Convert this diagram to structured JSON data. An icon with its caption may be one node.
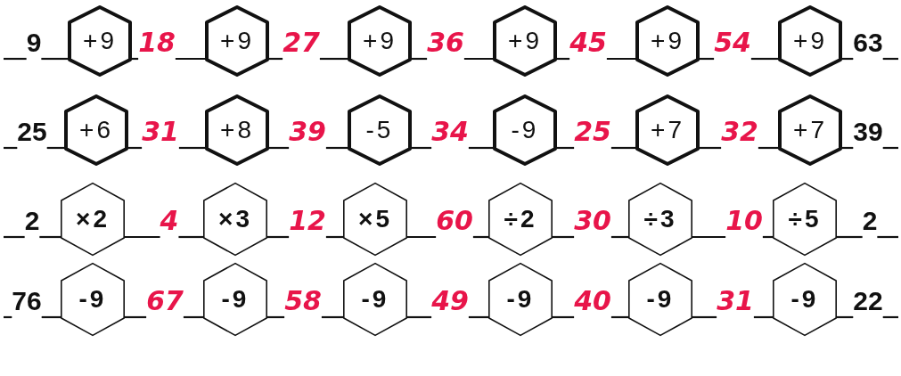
{
  "diagram": {
    "nodes": [
      {
        "text": [
          "9"
        ]
      },
      {
        "text": [
          "+9"
        ]
      },
      {
        "text": [
          "18"
        ]
      },
      {
        "text": [
          "+9"
        ]
      },
      {
        "text": [
          "27"
        ]
      },
      {
        "text": [
          "+9"
        ]
      },
      {
        "text": [
          "36"
        ]
      },
      {
        "text": [
          "+9"
        ]
      },
      {
        "text": [
          "45"
        ]
      },
      {
        "text": [
          "+9"
        ]
      },
      {
        "text": [
          "54"
        ]
      },
      {
        "text": [
          "+9"
        ]
      },
      {
        "text": [
          "63"
        ]
      },
      {
        "text": [
          "25"
        ]
      },
      {
        "text": [
          "+6"
        ]
      },
      {
        "text": [
          "31"
        ]
      },
      {
        "text": [
          "+8"
        ]
      },
      {
        "text": [
          "39"
        ]
      },
      {
        "text": [
          "-5"
        ]
      },
      {
        "text": [
          "34"
        ]
      },
      {
        "text": [
          "-9"
        ]
      },
      {
        "text": [
          "25"
        ]
      },
      {
        "text": [
          "+7"
        ]
      },
      {
        "text": [
          "32"
        ]
      },
      {
        "text": [
          "+7"
        ]
      },
      {
        "text": [
          "39"
        ]
      },
      {
        "text": [
          "2"
        ]
      },
      {
        "text": [
          "×2"
        ]
      },
      {
        "text": [
          "4"
        ]
      },
      {
        "text": [
          "×3"
        ]
      },
      {
        "text": [
          "12"
        ]
      },
      {
        "text": [
          "×5"
        ]
      },
      {
        "text": [
          "60"
        ]
      },
      {
        "text": [
          "÷2"
        ]
      },
      {
        "text": [
          "30"
        ]
      },
      {
        "text": [
          "÷3"
        ]
      },
      {
        "text": [
          "10"
        ]
      },
      {
        "text": [
          "÷5"
        ]
      },
      {
        "text": [
          "2"
        ]
      },
      {
        "text": [
          "76"
        ]
      },
      {
        "text": [
          "-9"
        ]
      },
      {
        "text": [
          "67"
        ]
      },
      {
        "text": [
          "-9"
        ]
      },
      {
        "text": [
          "58"
        ]
      },
      {
        "text": [
          "-9"
        ]
      },
      {
        "text": [
          "49"
        ]
      },
      {
        "text": [
          "-9"
        ]
      },
      {
        "text": [
          "40"
        ]
      },
      {
        "text": [
          "-9"
        ]
      },
      {
        "text": [
          "31"
        ]
      },
      {
        "text": [
          "-9"
        ]
      },
      {
        "text": [
          "22"
        ]
      }
    ],
    "edges": [
      {
        "from": null,
        "to": 0,
        "arrow": "none"
      },
      {
        "from": 0,
        "to": 1,
        "arrow": "none"
      },
      {
        "from": 1,
        "to": 2,
        "arrow": "none"
      },
      {
        "from": 2,
        "to": 3,
        "arrow": "none"
      },
      {
        "from": 3,
        "to": 4,
        "arrow": "none"
      },
      {
        "from": 4,
        "to": 5,
        "arrow": "none"
      },
      {
        "from": 5,
        "to": 6,
        "arrow": "none"
      },
      {
        "from": 6,
        "to": 7,
        "arrow": "none"
      },
      {
        "from": 7,
        "to": 8,
        "arrow": "none"
      },
      {
        "from": 8,
        "to": 9,
        "arrow": "none"
      },
      {
        "from": 9,
        "to": 10,
        "arrow": "none"
      },
      {
        "from": 10,
        "to": 11,
        "arrow": "none"
      },
      {
        "from": 11,
        "to": 12,
        "arrow": "none"
      },
      {
        "from": 12,
        "to": null,
        "arrow": "none"
      },
      {
        "from": null,
        "to": 13,
        "arrow": "none"
      },
      {
        "from": 13,
        "to": 14,
        "arrow": "none"
      },
      {
        "from": 14,
        "to": 15,
        "arrow": "none"
      },
      {
        "from": 15,
        "to": 16,
        "arrow": "none"
      },
      {
        "from": 16,
        "to": 17,
        "arrow": "none"
      },
      {
        "from": 17,
        "to": 18,
        "arrow": "none"
      },
      {
        "from": 18,
        "to": 19,
        "arrow": "none"
      },
      {
        "from": 19,
        "to": 20,
        "arrow": "none"
      },
      {
        "from": 20,
        "to": 21,
        "arrow": "none"
      },
      {
        "from": 21,
        "to": 22,
        "arrow": "none"
      },
      {
        "from": 22,
        "to": 23,
        "arrow": "none"
      },
      {
        "from": 23,
        "to": 24,
        "arrow": "none"
      },
      {
        "from": 24,
        "to": 25,
        "arrow": "none"
      },
      {
        "from": 25,
        "to": null,
        "arrow": "none"
      },
      {
        "from": null,
        "to": 26,
        "arrow": "none"
      },
      {
        "from": 26,
        "to": 27,
        "arrow": "none"
      },
      {
        "from": 27,
        "to": 28,
        "arrow": "none"
      },
      {
        "from": 28,
        "to": 29,
        "arrow": "none"
      },
      {
        "from": 29,
        "to": 30,
        "arrow": "none"
      },
      {
        "from": 30,
        "to": 31,
        "arrow": "none"
      },
      {
        "from": 31,
        "to": 32,
        "arrow": "none"
      },
      {
        "from": 32,
        "to": 33,
        "arrow": "none"
      },
      {
        "from": 33,
        "to": 34,
        "arrow": "none"
      },
      {
        "from": 34,
        "to": 35,
        "arrow": "none"
      },
      {
        "from": 35,
        "to": 36,
        "arrow": "none"
      },
      {
        "from": 36,
        "to": 37,
        "arrow": "none"
      },
      {
        "from": 37,
        "to": 38,
        "arrow": "none"
      },
      {
        "from": 38,
        "to": null,
        "arrow": "none"
      },
      {
        "from": null,
        "to": 39,
        "arrow": "none"
      },
      {
        "from": 39,
        "to": 40,
        "arrow": "none"
      },
      {
        "from": 40,
        "to": 41,
        "arrow": "none"
      },
      {
        "from": 41,
        "to": 42,
        "arrow": "none"
      },
      {
        "from": 42,
        "to": 43,
        "arrow": "none"
      },
      {
        "from": 43,
        "to": 44,
        "arrow": "none"
      },
      {
        "from": 44,
        "to": 45,
        "arrow": "none"
      },
      {
        "from": 45,
        "to": 46,
        "arrow": "none"
      },
      {
        "from": 46,
        "to": 47,
        "arrow": "none"
      },
      {
        "from": 47,
        "to": 48,
        "arrow": "none"
      },
      {
        "from": 48,
        "to": 49,
        "arrow": "none"
      },
      {
        "from": 49,
        "to": 50,
        "arrow": "none"
      },
      {
        "from": 50,
        "to": 51,
        "arrow": "none"
      },
      {
        "from": 51,
        "to": null,
        "arrow": "none"
      }
    ]
  }
}
